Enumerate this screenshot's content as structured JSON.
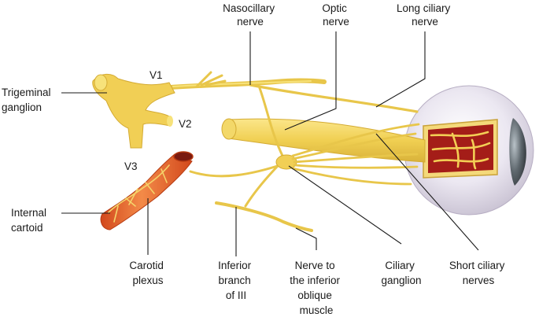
{
  "labels": {
    "nasocillary": [
      "Nasocillary",
      "nerve"
    ],
    "optic": [
      "Optic",
      "nerve"
    ],
    "long_ciliary": [
      "Long ciliary",
      "nerve"
    ],
    "trigeminal": [
      "Trigeminal",
      "ganglion"
    ],
    "v1": "V1",
    "v2": "V2",
    "v3": "V3",
    "internal_cartoid": [
      "Internal",
      "cartoid"
    ],
    "carotid_plexus": [
      "Carotid",
      "plexus"
    ],
    "inferior_branch": [
      "Inferior",
      "branch",
      "of III"
    ],
    "nerve_inferior_oblique": [
      "Nerve to",
      "the inferior",
      "oblique",
      "muscle"
    ],
    "ciliary_ganglion": [
      "Ciliary",
      "ganglion"
    ],
    "short_ciliary": [
      "Short ciliary",
      "nerves"
    ]
  },
  "colors": {
    "nerve": "#e8c64a",
    "nerve_highlight": "#f7e27a",
    "artery": "#e8642c",
    "eyeball": "#e6e2ee",
    "choroid": "#a41d18",
    "text": "#1a1a1a"
  }
}
